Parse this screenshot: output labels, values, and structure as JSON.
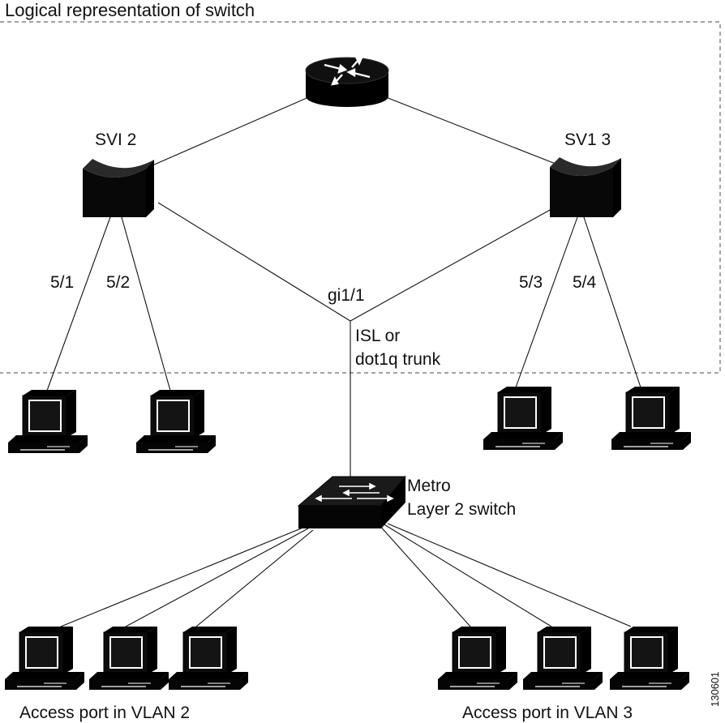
{
  "diagram": {
    "region_title": "Logical representation of switch",
    "labels": {
      "svi2": "SVI 2",
      "svi3": "SV1 3",
      "port_5_1": "5/1",
      "port_5_2": "5/2",
      "port_5_3": "5/3",
      "port_5_4": "5/4",
      "gi": "gi1/1",
      "trunk_line1": "ISL or",
      "trunk_line2": "dot1q trunk",
      "switch_line1": "Metro",
      "switch_line2": "Layer 2 switch",
      "access_vlan2": "Access port in VLAN 2",
      "access_vlan3": "Access port in VLAN 3",
      "figure_id": "130601"
    },
    "nodes": [
      {
        "id": "router",
        "kind": "router-icon"
      },
      {
        "id": "svi2",
        "kind": "layer3-switch-icon"
      },
      {
        "id": "svi3",
        "kind": "layer3-switch-icon"
      },
      {
        "id": "metro-switch",
        "kind": "workgroup-switch-icon"
      },
      {
        "id": "pc-5-1",
        "kind": "workstation-icon"
      },
      {
        "id": "pc-5-2",
        "kind": "workstation-icon"
      },
      {
        "id": "pc-5-3",
        "kind": "workstation-icon"
      },
      {
        "id": "pc-5-4",
        "kind": "workstation-icon"
      },
      {
        "id": "pc-vlan2-a",
        "kind": "workstation-icon"
      },
      {
        "id": "pc-vlan2-b",
        "kind": "workstation-icon"
      },
      {
        "id": "pc-vlan2-c",
        "kind": "workstation-icon"
      },
      {
        "id": "pc-vlan3-a",
        "kind": "workstation-icon"
      },
      {
        "id": "pc-vlan3-b",
        "kind": "workstation-icon"
      },
      {
        "id": "pc-vlan3-c",
        "kind": "workstation-icon"
      }
    ]
  }
}
